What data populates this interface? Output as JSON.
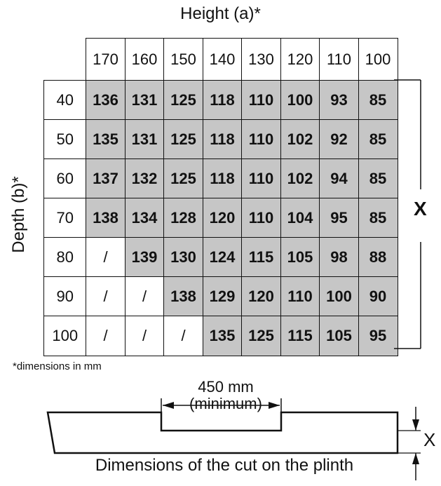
{
  "header_label": "Height (a)*",
  "depth_label": "Depth (b)*",
  "col_headers": [
    "170",
    "160",
    "150",
    "140",
    "130",
    "120",
    "110",
    "100"
  ],
  "rows": [
    {
      "depth": "40",
      "cells": [
        "136",
        "131",
        "125",
        "118",
        "110",
        "100",
        "93",
        "85"
      ]
    },
    {
      "depth": "50",
      "cells": [
        "135",
        "131",
        "125",
        "118",
        "110",
        "102",
        "92",
        "85"
      ]
    },
    {
      "depth": "60",
      "cells": [
        "137",
        "132",
        "125",
        "118",
        "110",
        "102",
        "94",
        "85"
      ]
    },
    {
      "depth": "70",
      "cells": [
        "138",
        "134",
        "128",
        "120",
        "110",
        "104",
        "95",
        "85"
      ]
    },
    {
      "depth": "80",
      "cells": [
        "/",
        "139",
        "130",
        "124",
        "115",
        "105",
        "98",
        "88"
      ]
    },
    {
      "depth": "90",
      "cells": [
        "/",
        "/",
        "138",
        "129",
        "120",
        "110",
        "100",
        "90"
      ]
    },
    {
      "depth": "100",
      "cells": [
        "/",
        "/",
        "/",
        "135",
        "125",
        "115",
        "105",
        "95"
      ]
    }
  ],
  "x_marker": "X",
  "note": "*dimensions in mm",
  "cut_width": "450 mm",
  "cut_min": "(minimum)",
  "x_marker_small": "X",
  "bottom_caption": "Dimensions of the cut on the plinth"
}
